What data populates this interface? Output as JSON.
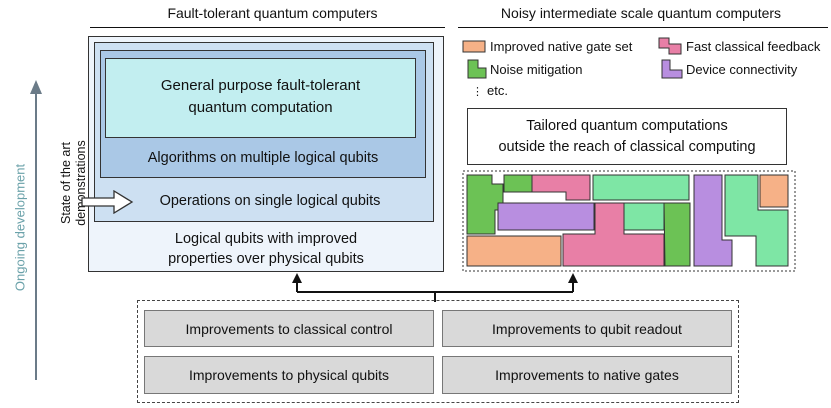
{
  "headers": {
    "left": "Fault-tolerant quantum computers",
    "right": "Noisy intermediate scale quantum computers"
  },
  "left_axis": {
    "ongoing": "Ongoing development",
    "state_line1": "State of the art",
    "state_line2": "demonstrations"
  },
  "ft": {
    "general_line1": "General purpose fault-tolerant",
    "general_line2": "quantum computation",
    "algorithms": "Algorithms on multiple logical qubits",
    "operations": "Operations on single logical qubits",
    "logical_line1": "Logical qubits with improved",
    "logical_line2": "properties over physical qubits"
  },
  "legend": {
    "gate_set": "Improved native gate set",
    "feedback": "Fast classical feedback",
    "noise": "Noise mitigation",
    "connectivity": "Device connectivity",
    "etc": "etc."
  },
  "nisq": {
    "tailored_line1": "Tailored quantum computations",
    "tailored_line2": "outside the reach of classical computing"
  },
  "improvements": {
    "classical_control": "Improvements to classical control",
    "qubit_readout": "Improvements to qubit readout",
    "physical_qubits": "Improvements to physical qubits",
    "native_gates": "Improvements to native gates"
  },
  "colors": {
    "orange": "#f6b187",
    "pink": "#e87fa6",
    "green": "#6cc255",
    "purple": "#b88ee0",
    "mint": "#7ee6a5",
    "ft_outer": "#eef4fb",
    "ft_mid": "#c4d9ef",
    "ft_inner": "#c2eef0"
  }
}
